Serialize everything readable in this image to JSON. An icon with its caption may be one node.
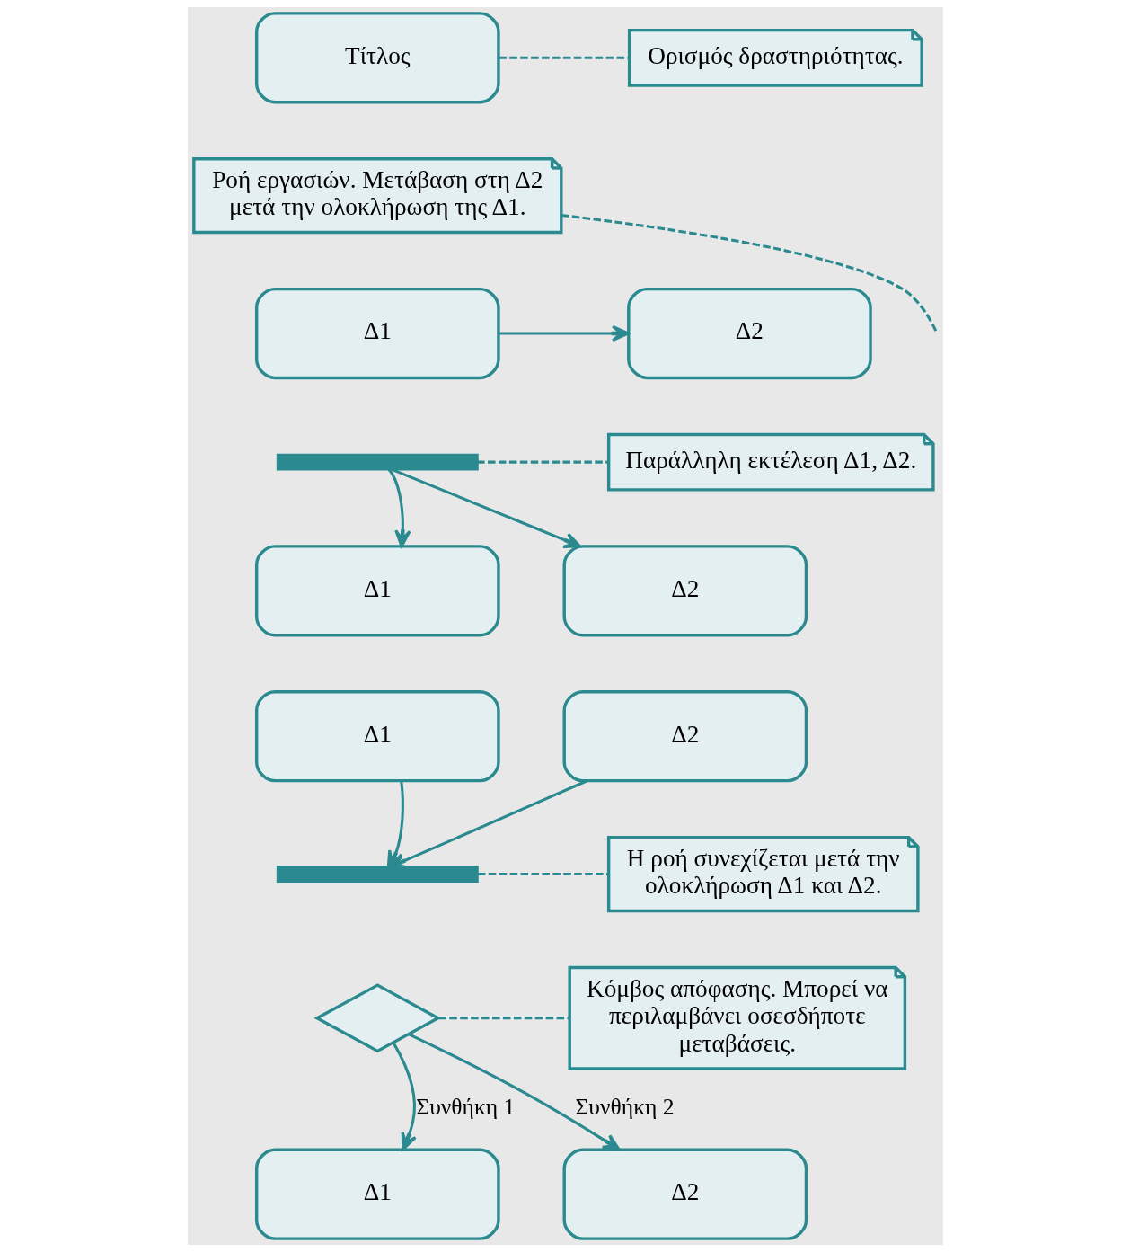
{
  "diagram": {
    "nodes": [
      {
        "text": [
          "Τίτλος"
        ]
      },
      {
        "text": [
          "Ορισμός δραστηριότητας."
        ]
      },
      {
        "text": [
          "Ροή εργασιών. Μετάβαση στη Δ2 μετά την ολοκλήρωση της Δ1."
        ]
      },
      {
        "text": [
          "Δ1"
        ]
      },
      {
        "text": [
          "Δ2"
        ]
      },
      {
        "text": [],
        "shape": "bar"
      },
      {
        "text": [
          "Παράλληλη εκτέλεση Δ1, Δ2."
        ]
      },
      {
        "text": [
          "Δ1"
        ]
      },
      {
        "text": [
          "Δ2"
        ]
      },
      {
        "text": [
          "Δ1"
        ]
      },
      {
        "text": [
          "Δ2"
        ]
      },
      {
        "text": [],
        "shape": "bar"
      },
      {
        "text": [
          "Η ροή συνεχίζεται μετά την ολοκλήρωση Δ1 και Δ2."
        ]
      },
      {
        "text": [],
        "shape": "diamond"
      },
      {
        "text": [
          "Κόμβος απόφασης. Μπορεί να περιλαμβάνει οσεσδήποτε μεταβάσεις."
        ]
      },
      {
        "text": [
          "Δ1"
        ]
      },
      {
        "text": [
          "Δ2"
        ]
      }
    ],
    "edges": [
      {
        "from": 0,
        "to": 1,
        "arrow": "none",
        "style": "dashed"
      },
      {
        "from": 3,
        "to": 4,
        "arrow": "to"
      },
      {
        "from": 2,
        "to": null,
        "arrow": "none",
        "style": "dashed"
      },
      {
        "from": 5,
        "to": 6,
        "arrow": "none",
        "style": "dashed"
      },
      {
        "from": 5,
        "to": 7,
        "arrow": "to"
      },
      {
        "from": 5,
        "to": 8,
        "arrow": "to"
      },
      {
        "from": 9,
        "to": 11,
        "arrow": "to"
      },
      {
        "from": 10,
        "to": 11,
        "arrow": "to"
      },
      {
        "from": 11,
        "to": 12,
        "arrow": "none",
        "style": "dashed"
      },
      {
        "from": 13,
        "to": 14,
        "arrow": "none",
        "style": "dashed"
      },
      {
        "from": 13,
        "to": 15,
        "arrow": "to",
        "label": "Συνθήκη 1"
      },
      {
        "from": 13,
        "to": 16,
        "arrow": "to",
        "label": "Συνθήκη 2"
      }
    ]
  }
}
